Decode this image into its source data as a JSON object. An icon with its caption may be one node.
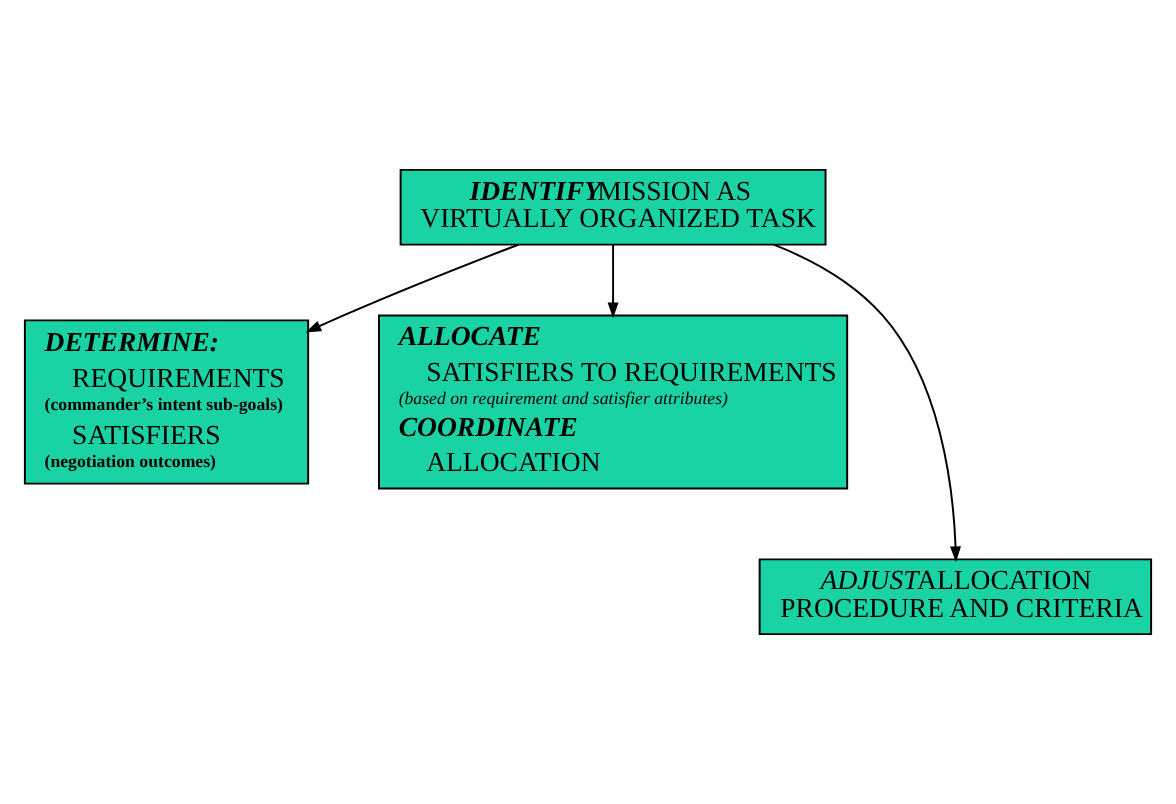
{
  "diagram": {
    "nodes": [
      {
        "text": [
          "IDENTIFY",
          "MISSION AS VIRTUALLY ORGANIZED TASK"
        ]
      },
      {
        "text": [
          "DETERMINE:",
          "REQUIREMENTS",
          "(commander’s intent sub-goals)",
          "SATISFIERS",
          "(negotiation outcomes)"
        ]
      },
      {
        "text": [
          "ALLOCATE",
          "SATISFIERS TO REQUIREMENTS",
          "(based on requirement and satisfier attributes)",
          "COORDINATE",
          "ALLOCATION"
        ]
      },
      {
        "text": [
          "ADJUST",
          "ALLOCATION PROCEDURE AND CRITERIA"
        ]
      }
    ],
    "edges": [
      {
        "from": 0,
        "to": 1,
        "arrow": "to"
      },
      {
        "from": 0,
        "to": 3,
        "arrow": "to"
      },
      {
        "from": 0,
        "to": 2,
        "arrow": "to"
      }
    ]
  }
}
